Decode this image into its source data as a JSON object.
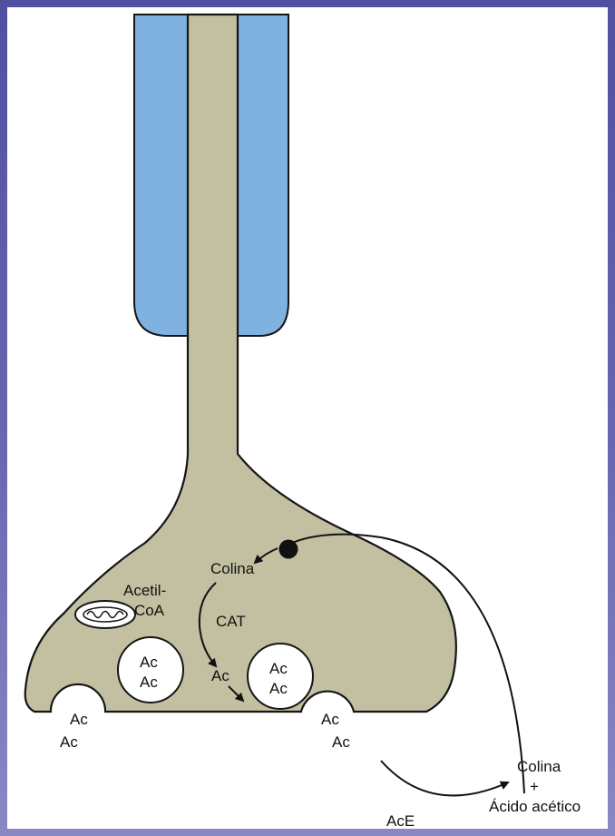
{
  "figure": {
    "labels": {
      "colina_top": "Colina",
      "acetil": "Acetil-",
      "coa": "CoA",
      "cat": "CAT",
      "ac_synth": "Ac",
      "vesicle_1_a": "Ac",
      "vesicle_1_b": "Ac",
      "vesicle_2_a": "Ac",
      "vesicle_2_b": "Ac",
      "release_left_a": "Ac",
      "release_left_b": "Ac",
      "release_right_a": "Ac",
      "release_right_b": "Ac",
      "colina_right": "Colina",
      "plus": "+",
      "acido": "Ácido acético",
      "ace": "AcE"
    },
    "colors": {
      "page_bg": "#5e5ca8",
      "terminal_fill": "#c2c0a0",
      "myelin_fill": "#7fb2e0",
      "outline": "#151515",
      "vesicle_fill": "#ffffff"
    }
  }
}
